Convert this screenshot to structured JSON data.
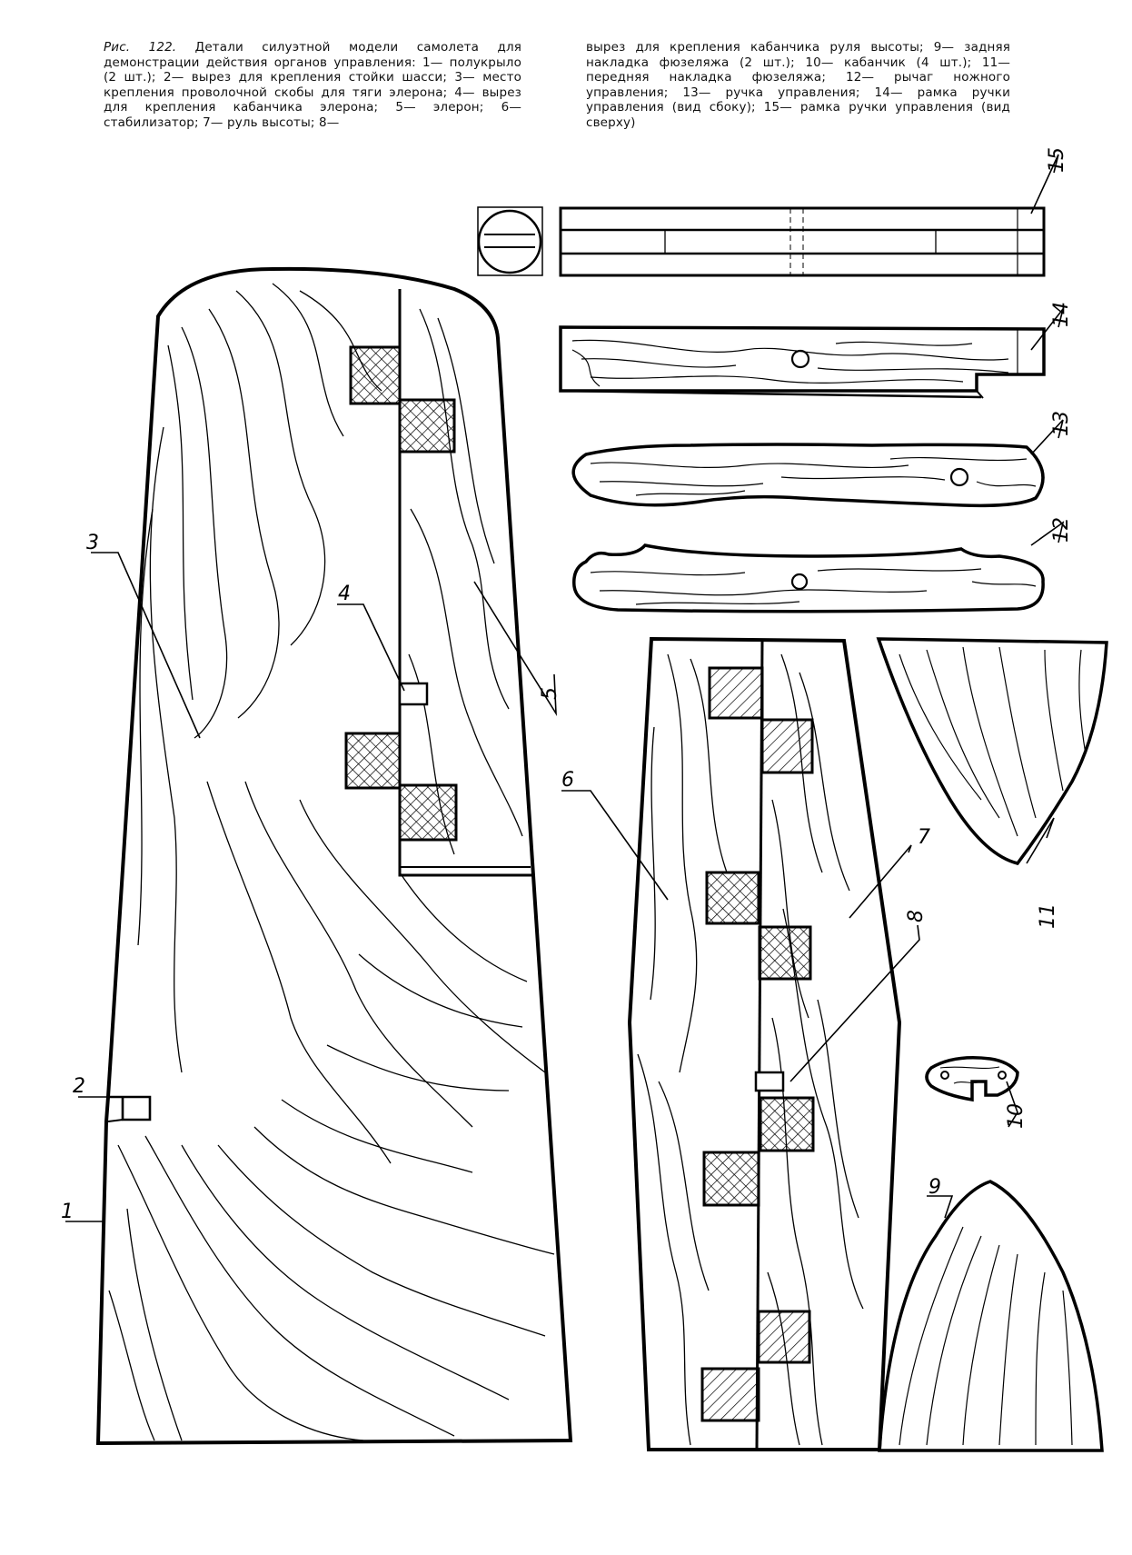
{
  "caption": {
    "fig_ref": "Рис. 122.",
    "left_text": "Детали силуэтной модели самолета для демонстрации действия органов управления: 1— полукрыло (2 шт.); 2— вырез для крепления стойки шасси; 3— место крепления проволочной скобы для тяги элерона; 4— вырез для крепления кабанчика элерона; 5— элерон; 6— стабилизатор; 7— руль высоты; 8—",
    "right_text": "вырез для крепления кабанчика руля высоты; 9— задняя накладка фюзеляжа (2 шт.); 10— кабанчик (4 шт.); 11— передняя накладка фюзеляжа; 12— рычаг ножного управления; 13— ручка управления; 14— рамка ручки управления (вид сбоку); 15— рамка ручки управления (вид сверху)"
  },
  "callouts": [
    "1",
    "2",
    "3",
    "4",
    "5",
    "6",
    "7",
    "8",
    "9",
    "10",
    "11",
    "12",
    "13",
    "14",
    "15"
  ],
  "colors": {
    "ink": "#000000",
    "paper": "#ffffff"
  }
}
